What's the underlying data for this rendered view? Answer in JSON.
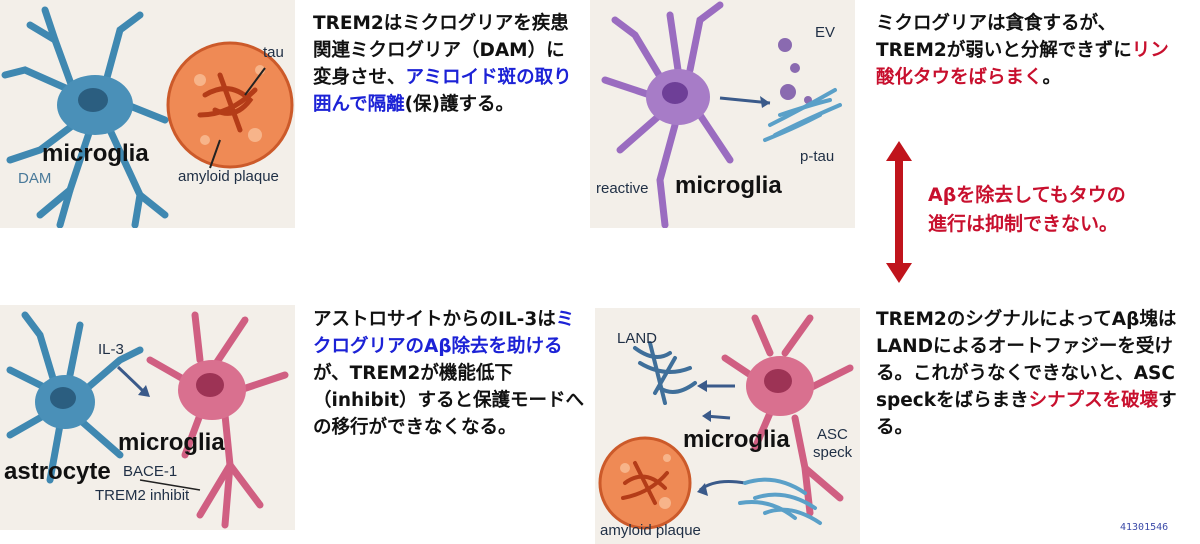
{
  "panel1": {
    "labels": {
      "tau": "tau",
      "dam": "DAM",
      "microglia": "microglia",
      "plaque": "amyloid plaque"
    },
    "caption": {
      "p1": "TREM2はミクログリアを疾患関連ミクログリア（DAM）に変身させ、",
      "hl": "アミロイド斑の取り囲んで隔離",
      "p2": "(保)護する。"
    }
  },
  "panel2": {
    "labels": {
      "ev": "EV",
      "ptau": "p-tau",
      "reactive": "reactive",
      "microglia": "microglia"
    },
    "caption": {
      "p1": "ミクログリアは貪食するが、TREM2が弱いと分解できずに",
      "hl": "リン酸化タウをばらまく",
      "p2": "。"
    }
  },
  "center_note": "Aβを除去してもタウの進行は抑制できない。",
  "panel3": {
    "labels": {
      "il3": "IL-3",
      "microglia": "microglia",
      "astrocyte": "astrocyte",
      "bace": "BACE-1",
      "trem": "TREM2 inhibit"
    },
    "caption": {
      "p1": "アストロサイトからのIL-3は",
      "hl": "ミクログリアのAβ除去を助ける",
      "p2": "が、TREM2が機能低下（inhibit）すると保護モードへの移行ができなくなる。"
    }
  },
  "panel4": {
    "labels": {
      "land": "LAND",
      "microglia": "microglia",
      "asc": "ASC",
      "speck": "speck",
      "plaque": "amyloid plaque"
    },
    "caption": {
      "p1": "TREM2のシグナルによってAβ塊はLANDによるオートファジーを受ける。これがうなくできないと、ASC speckをばらまき",
      "hl": "シナプスを破壊",
      "p2": "する。"
    }
  },
  "figure_id": "41301546",
  "colors": {
    "blue_cell": "#4a90b8",
    "purple_cell": "#a77cc7",
    "pink_cell": "#d9708f",
    "plaque": "#ef8a55",
    "highlight_blue": "#1c22d6",
    "highlight_red": "#c8102e",
    "arrow": "#c0141c"
  }
}
